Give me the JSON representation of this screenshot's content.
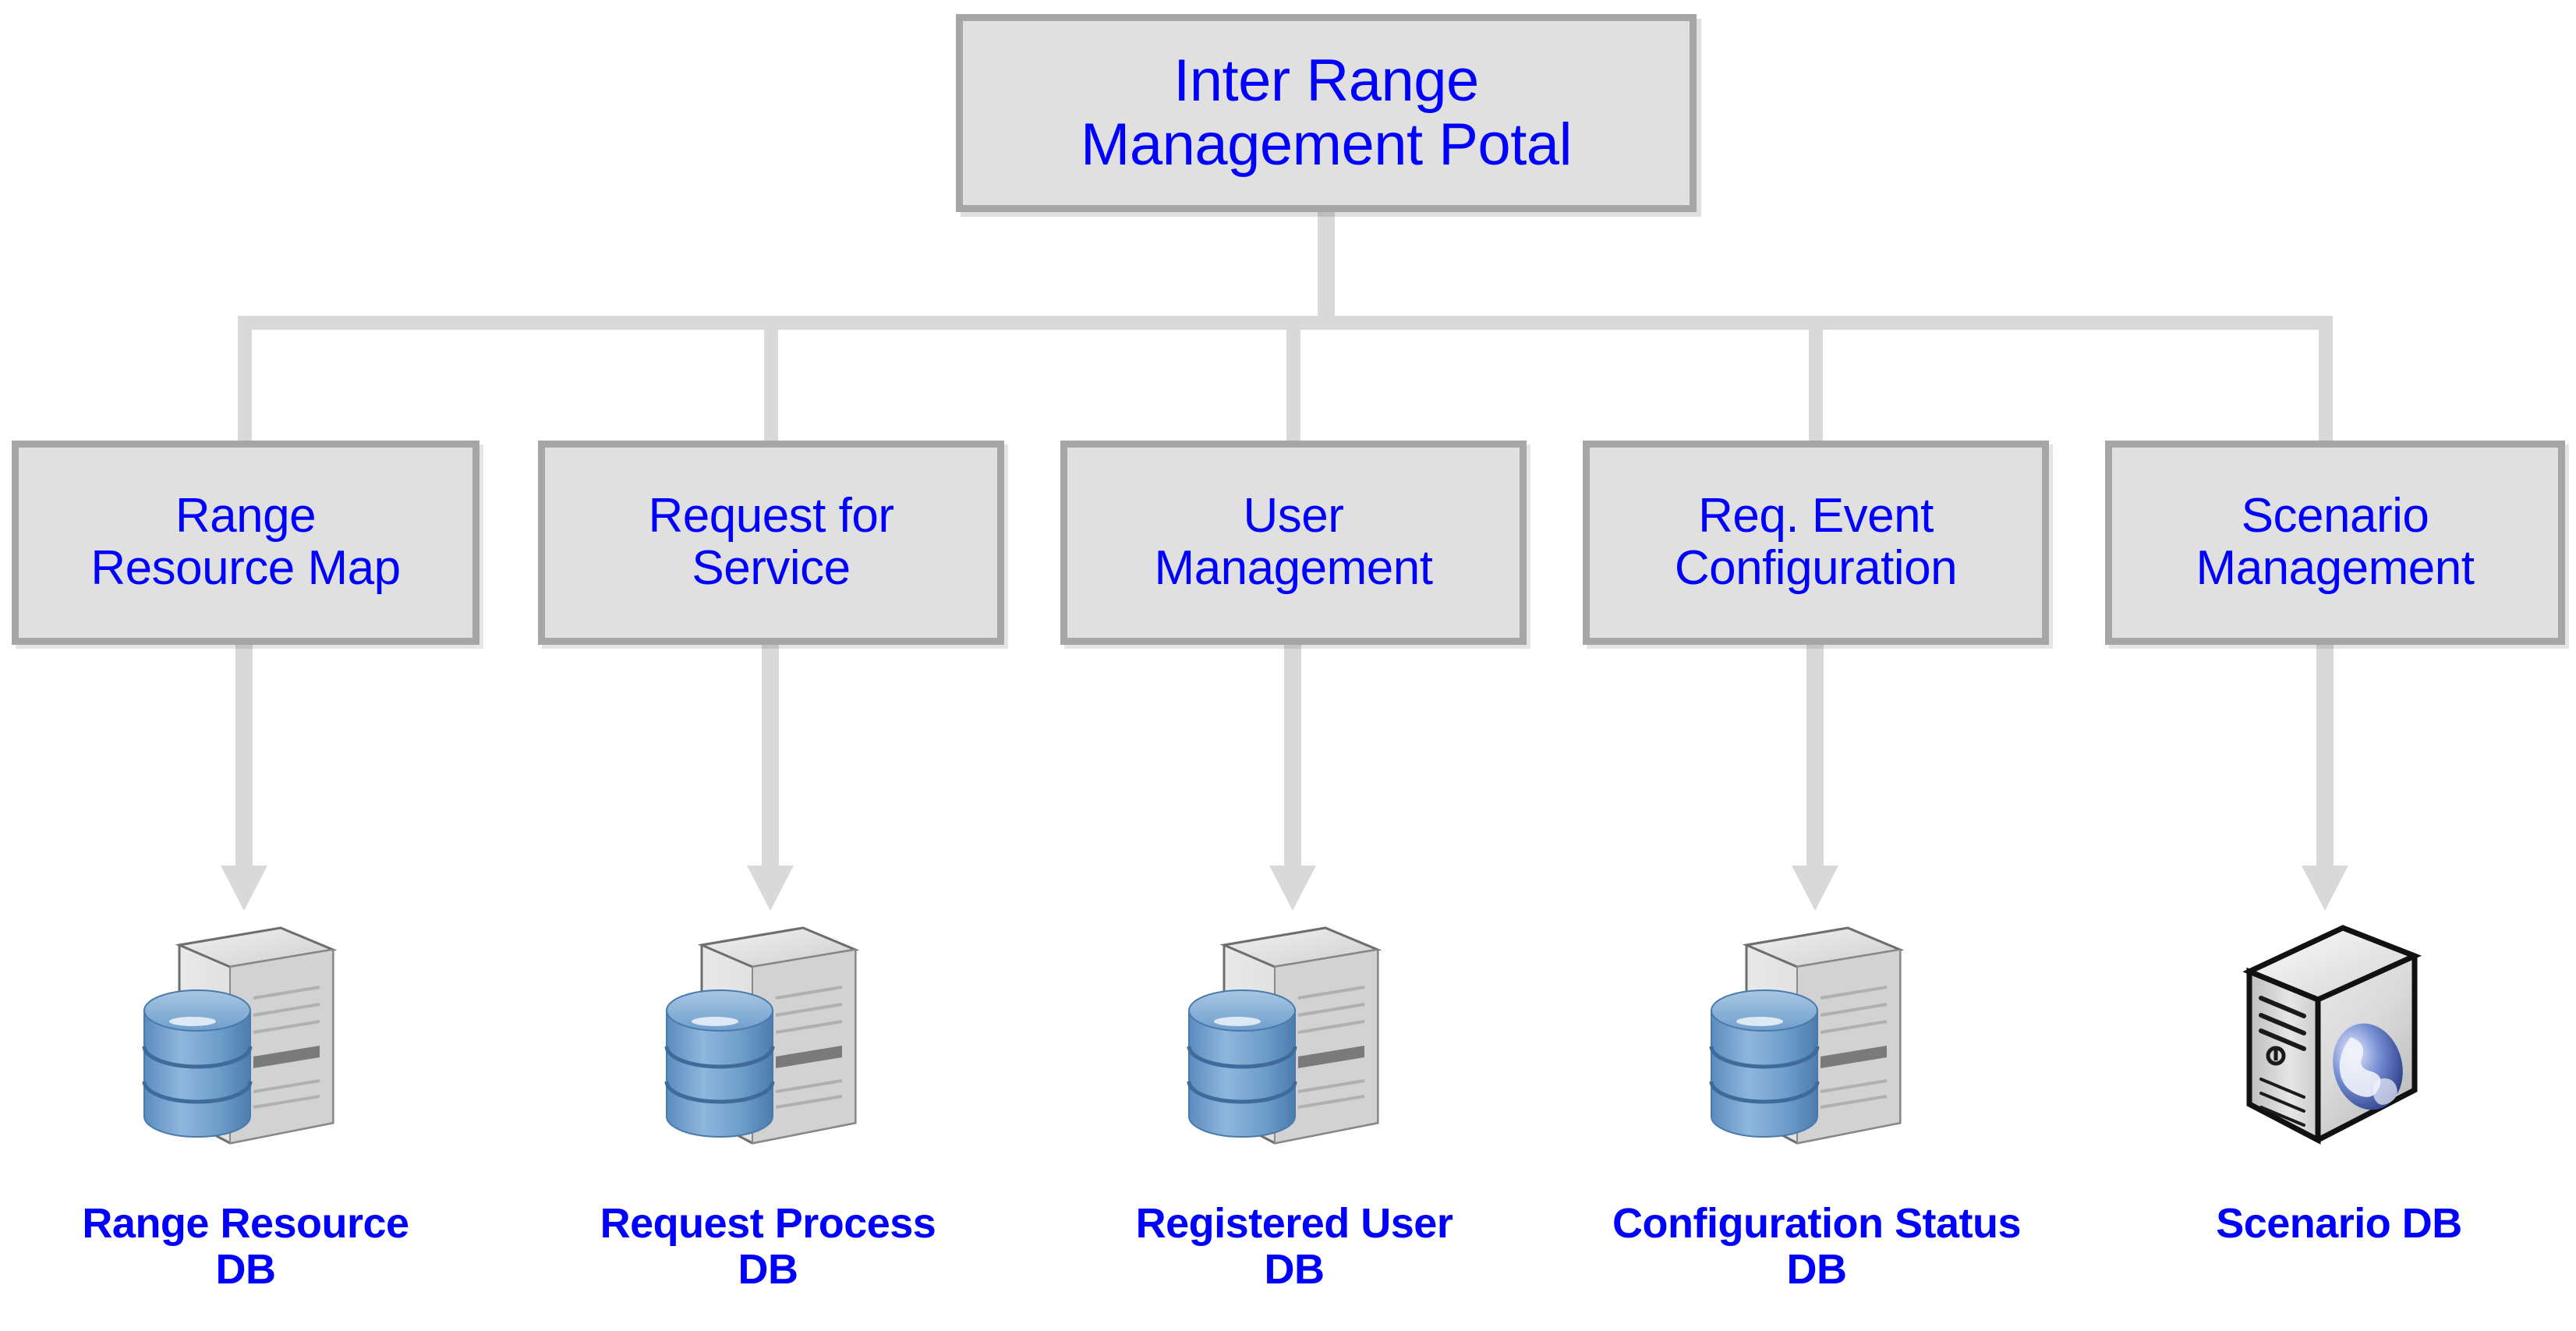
{
  "diagram": {
    "title": "Inter Range\nManagement Potal",
    "title_flat": "Inter Range Management Potal",
    "colors": {
      "text_blue": "#0000ff",
      "box_fill": "#e0e0e0",
      "box_border": "#a6a6a6",
      "connector": "#d9d9d9",
      "db_cylinder_blue": "#6699cc",
      "background": "#ffffff"
    },
    "modules": [
      {
        "label": "Range\nResource Map",
        "label_flat": "Range Resource Map",
        "db_label": "Range Resource\nDB",
        "db_label_flat": "Range Resource DB",
        "icon": "database-server-icon"
      },
      {
        "label": "Request for\nService",
        "label_flat": "Request for Service",
        "db_label": "Request Process\nDB",
        "db_label_flat": "Request Process DB",
        "icon": "database-server-icon"
      },
      {
        "label": "User\nManagement",
        "label_flat": "User Management",
        "db_label": "Registered User\nDB",
        "db_label_flat": "Registered User DB",
        "icon": "database-server-icon"
      },
      {
        "label": "Req. Event\nConfiguration",
        "label_flat": "Req. Event Configuration",
        "db_label": "Configuration Status\nDB",
        "db_label_flat": "Configuration Status DB",
        "icon": "database-server-icon"
      },
      {
        "label": "Scenario\nManagement",
        "label_flat": "Scenario Management",
        "db_label": "Scenario DB",
        "db_label_flat": "Scenario DB",
        "icon": "web-server-globe-icon"
      }
    ]
  }
}
